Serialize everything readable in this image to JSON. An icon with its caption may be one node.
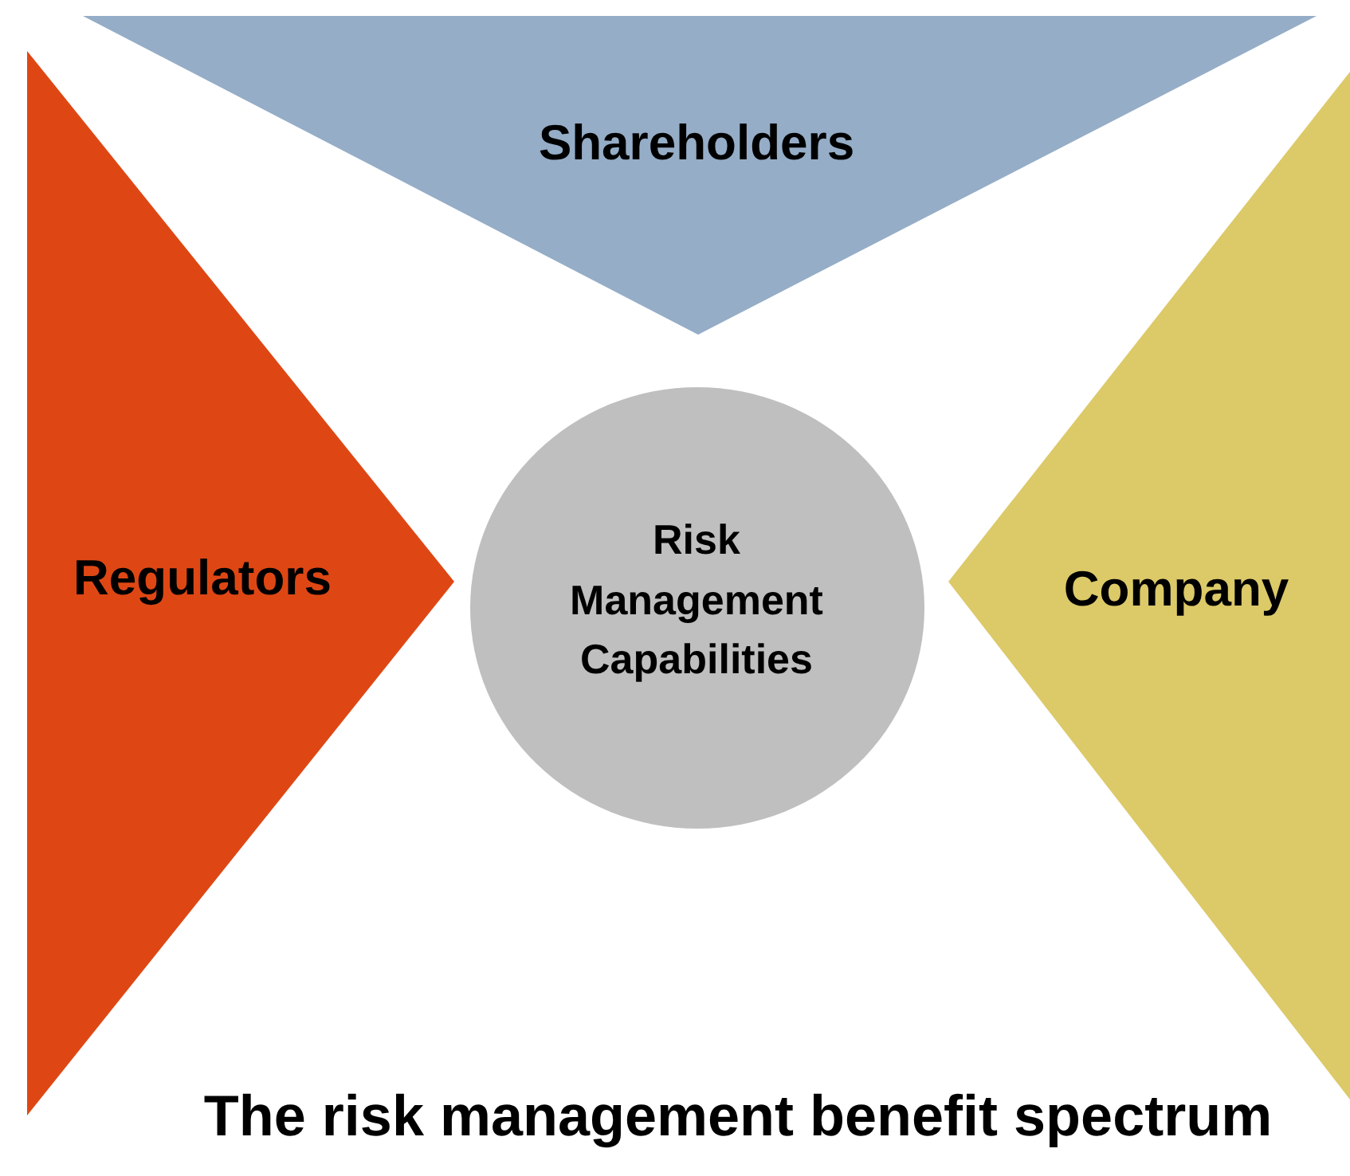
{
  "diagram": {
    "nodes": [
      {
        "text": [
          "Shareholders"
        ]
      },
      {
        "text": [
          "Regulators"
        ]
      },
      {
        "text": [
          "Risk Management Capabilities"
        ]
      },
      {
        "text": [
          "Company"
        ]
      }
    ],
    "caption": "The risk management benefit spectrum"
  }
}
